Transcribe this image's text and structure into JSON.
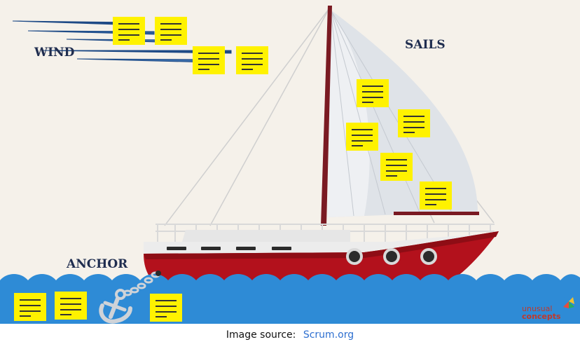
{
  "labels": {
    "wind": "WIND",
    "sails": "SAILS",
    "anchor": "ANCHOR"
  },
  "watermark": {
    "line1": "unusual",
    "line2": "concepts"
  },
  "caption": {
    "prefix": "Image source:",
    "link_text": "Scrum.org"
  },
  "colors": {
    "background": "#f5f1ea",
    "sea": "#2e8bd6",
    "hull": "#b3111c",
    "sticky_note": "#fff200",
    "label_text": "#1f2d4f",
    "link": "#2d6fd0"
  },
  "icons": {
    "anchor": "anchor-icon",
    "portholes": "porthole-icon",
    "wind_lines": "wind-lines-icon"
  }
}
